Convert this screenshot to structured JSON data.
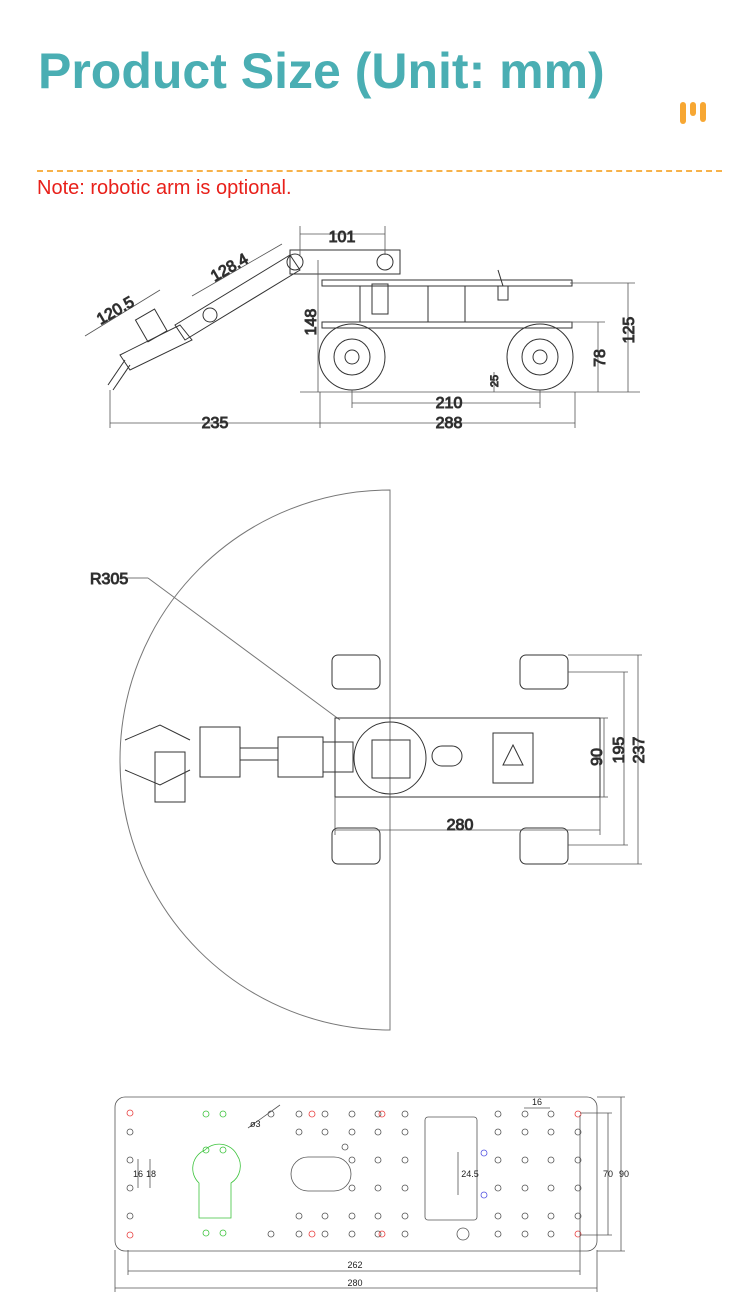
{
  "header": {
    "title": "Product Size (Unit: mm)",
    "note": "Note: robotic arm is optional."
  },
  "colors": {
    "title": "#4aaeb3",
    "divider": "#f7b24a",
    "note": "#e8201a",
    "logo": "#f7a733"
  },
  "side_view": {
    "dims": {
      "arm_top": "101",
      "arm_mid": "128.4",
      "arm_low": "120.5",
      "height_left": "148",
      "height_total": "125",
      "wheel_height": "78",
      "ground": "25",
      "wheelbase": "210",
      "arm_reach": "235",
      "length": "288"
    }
  },
  "top_view": {
    "radius": "R305",
    "dims": {
      "plate_width": "90",
      "wheel_track": "195",
      "width_total": "237",
      "length": "280"
    }
  },
  "plate_view": {
    "dims": {
      "hole_dia": "ø3",
      "spacing_top": "16",
      "spacing_left_a": "16",
      "spacing_left_b": "18",
      "blue_spacing": "24.5",
      "inner_height": "70",
      "outer_height": "90",
      "inner_width": "262",
      "outer_width": "280"
    }
  }
}
